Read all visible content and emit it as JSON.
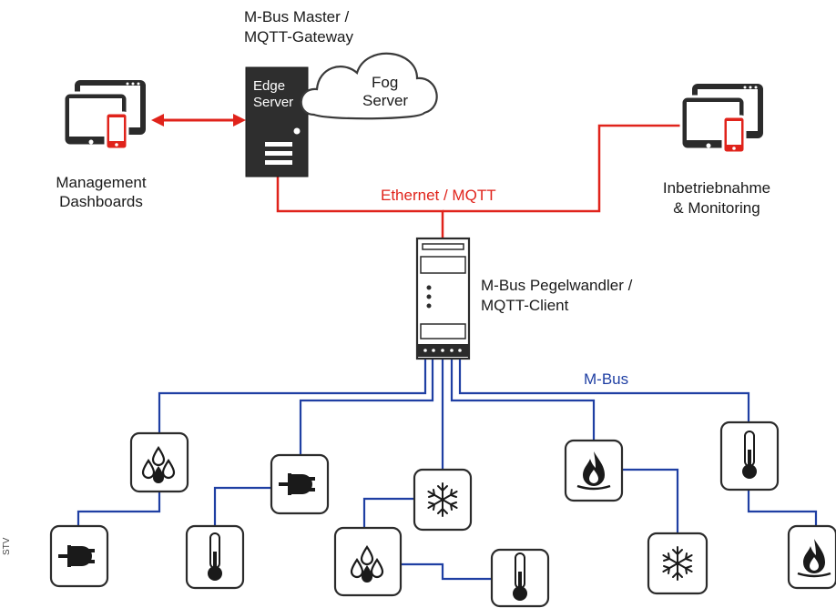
{
  "gateway": {
    "title_line1": "M-Bus Master /",
    "title_line2": "MQTT-Gateway",
    "edge_line1": "Edge",
    "edge_line2": "Server",
    "fog_line1": "Fog",
    "fog_line2": "Server"
  },
  "dashboards": {
    "line1": "Management",
    "line2": "Dashboards"
  },
  "commissioning": {
    "line1": "Inbetriebnahme",
    "line2": "& Monitoring"
  },
  "ethernet_label": "Ethernet / MQTT",
  "converter": {
    "line1": "M-Bus Pegelwandler  /",
    "line2": "MQTT-Client"
  },
  "mbus_label": "M-Bus",
  "watermark": "STV",
  "colors": {
    "ethernet": "#e0231b",
    "mbus": "#1f3fa3",
    "device": "#2b2b2b",
    "accent": "#e0231b"
  },
  "sensors": [
    {
      "type": "water-drops"
    },
    {
      "type": "power-plug"
    },
    {
      "type": "thermometer"
    },
    {
      "type": "power-plug"
    },
    {
      "type": "thermometer"
    },
    {
      "type": "snowflake"
    },
    {
      "type": "water-drops"
    },
    {
      "type": "thermometer"
    },
    {
      "type": "gas-flame"
    },
    {
      "type": "snowflake"
    },
    {
      "type": "thermometer"
    },
    {
      "type": "gas-flame"
    }
  ]
}
